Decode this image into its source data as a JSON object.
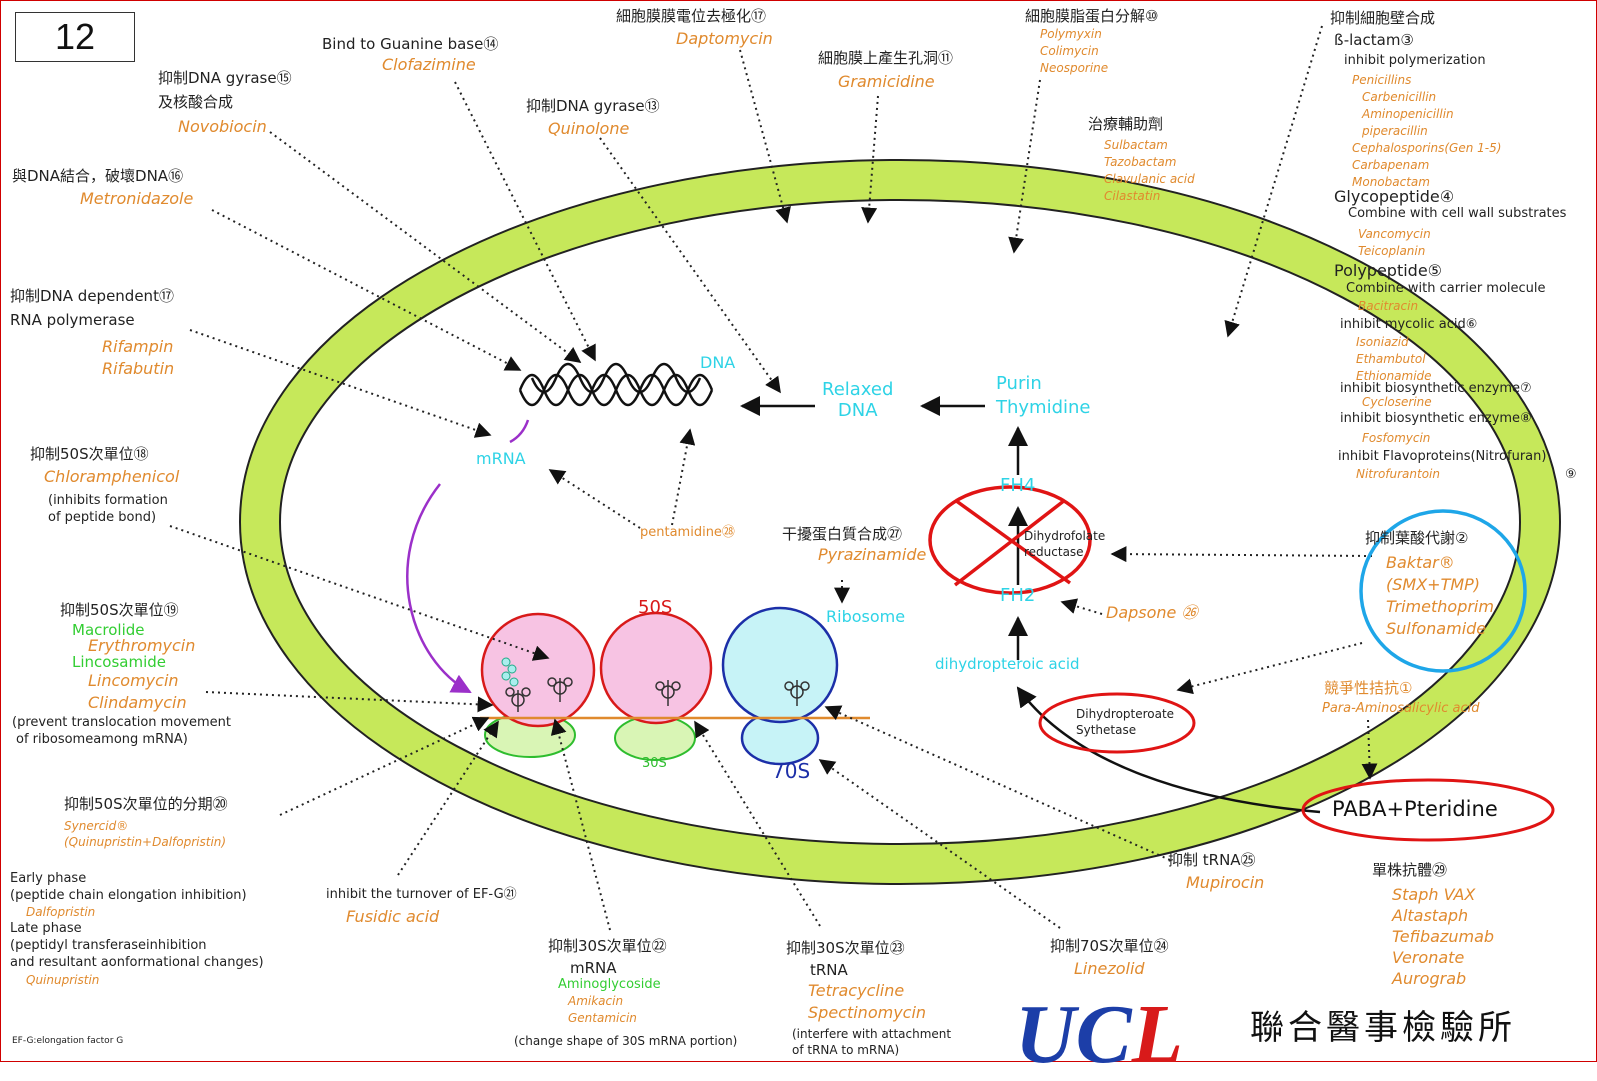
{
  "page_number": "12",
  "dna": {
    "dna_label": "DNA",
    "mrna_label": "mRNA",
    "relaxed_label": "Relaxed\nDNA",
    "purin": "Purin",
    "thymidine": "Thymidine",
    "fh4": "FH4",
    "fh2": "FH2",
    "reductase": "Dihydrofolate\nreductase",
    "dihydropteroic": "dihydropteroic acid",
    "synthetase": "Dihydropteroate\nSythetase",
    "paba": "PABA+Pteridine",
    "ribosome": "Ribosome",
    "s50": "50S",
    "s30": "30S",
    "s70": "70S"
  },
  "top": {
    "guanine": {
      "label": "Bind to Guanine base⑭",
      "drug": "Clofazimine"
    },
    "depol": {
      "label": "細胞膜膜電位去極化⑰",
      "drug": "Daptomycin"
    },
    "lipo": {
      "label": "細胞膜脂蛋白分解⑩",
      "drugs": [
        "Polymyxin",
        "Colimycin",
        "Neosporine"
      ]
    },
    "pore": {
      "label": "細胞膜上產生孔洞⑪",
      "drug": "Gramicidine"
    },
    "gyrase_q": {
      "label": "抑制DNA gyrase⑬",
      "drug": "Quinolone"
    },
    "gyrase_n": {
      "label1": "抑制DNA gyrase⑮",
      "label2": "及核酸合成",
      "drug": "Novobiocin"
    },
    "metro": {
      "label": "與DNA結合，破壞DNA⑯",
      "drug": "Metronidazole"
    },
    "rif": {
      "label1": "抑制DNA dependent⑰",
      "label2": "RNA polymerase",
      "drugs": [
        "Rifampin",
        "Rifabutin"
      ]
    },
    "adjunct": {
      "label": "治療輔助劑",
      "drugs": [
        "Sulbactam",
        "Tazobactam",
        "Clavulanic acid",
        "Cilastatin"
      ]
    }
  },
  "right": {
    "cellwall": "抑制細胞壁合成",
    "blactam": "ß-lactam③",
    "inhibit_poly": "inhibit polymerization",
    "blactam_drugs": [
      "Penicillins",
      "Carbenicillin",
      "Aminopenicillin",
      "piperacillin",
      "Cephalosporins(Gen 1-5)",
      "Carbapenam",
      "Monobactam"
    ],
    "glyco": "Glycopeptide④",
    "glyco_desc": "Combine with cell wall substrates",
    "glyco_drugs": [
      "Vancomycin",
      "Teicoplanin"
    ],
    "polypep": "Polypeptide⑤",
    "polypep_desc": "Combine with carrier molecule",
    "polypep_drug": "Bacitracin",
    "mycolic": "inhibit mycolic acid⑥",
    "mycolic_drugs": [
      "Isoniazid",
      "Ethambutol",
      "Ethionamide"
    ],
    "enz7": "inhibit biosynthetic enzyme⑦",
    "enz7_drug": "Cycloserine",
    "enz8": "inhibit biosynthetic enzyme⑧",
    "enz8_drug": "Fosfomycin",
    "flavo": "inhibit Flavoproteins(Nitrofuran)",
    "flavo_num": "⑨",
    "flavo_drug": "Nitrofurantoin",
    "folate": "抑制葉酸代謝②",
    "folate_drugs": [
      "Baktar®",
      "(SMX+TMP)",
      "Trimethoprim",
      "Sulfonamide"
    ],
    "compete": "競爭性拮抗①",
    "compete_drug": "Para-Aminosalicylic acid",
    "dapsone": "Dapsone ㉖",
    "trna_label": "抑制 tRNA㉕",
    "trna_drug": "Mupirocin",
    "mab_label": "單株抗體㉙",
    "mab_drugs": [
      "Staph VAX",
      "Altastaph",
      "Tefibazumab",
      "Veronate",
      "Aurograb"
    ]
  },
  "left": {
    "chlor": {
      "label": "抑制50S次單位⑱",
      "drug": "Chloramphenicol",
      "desc1": "(inhibits formation",
      "desc2": "of peptide bond)"
    },
    "macro": {
      "label": "抑制50S次單位⑲",
      "g1": "Macrolide",
      "d1": "Erythromycin",
      "g2": "Lincosamide",
      "d2": "Lincomycin",
      "d3": "Clindamycin",
      "desc1": "(prevent translocation movement",
      "desc2": "of ribosomeamong mRNA)"
    },
    "synercid": {
      "label": "抑制50S次單位的分期⑳",
      "drug1": "Synercid®",
      "drug2": "(Quinupristin+Dalfopristin)"
    },
    "phase": {
      "early": "Early  phase",
      "early_desc": "(peptide chain elongation inhibition)",
      "early_drug": "Dalfopristin",
      "late": "Late  phase",
      "late_desc1": "(peptidyl transferaseinhibition",
      "late_desc2": "and resultant aonformational changes)",
      "late_drug": "Quinupristin"
    },
    "efg_note": "EF-G:elongation factor G"
  },
  "center": {
    "pentamidine": "pentamidine㉘",
    "pyraz_label": "干擾蛋白質合成㉗",
    "pyraz_drug": "Pyrazinamide",
    "fusidic_label": "inhibit the turnover of EF-G㉑",
    "fusidic_drug": "Fusidic acid",
    "amino": {
      "label": "抑制30S次單位㉒",
      "sub": "mRNA",
      "group": "Aminoglycoside",
      "drugs": [
        "Amikacin",
        "Gentamicin"
      ],
      "desc": "(change shape of 30S mRNA portion)"
    },
    "tetra": {
      "label": "抑制30S次單位㉓",
      "sub": "tRNA",
      "drugs": [
        "Tetracycline",
        "Spectinomycin"
      ],
      "desc1": "(interfere with attachment",
      "desc2": "of tRNA to mRNA)"
    },
    "linez": {
      "label": "抑制70S次單位㉔",
      "drug": "Linezolid"
    }
  },
  "logo": {
    "text_u": "U",
    "text_c": "C",
    "text_l": "L",
    "name": "聯合醫事檢驗所"
  },
  "colors": {
    "cell": "#c6e85a",
    "frame": "#d00000",
    "drug": "#e08a2e",
    "cyan": "#2ed3e6",
    "circle_blue": "#1ea6e8"
  }
}
